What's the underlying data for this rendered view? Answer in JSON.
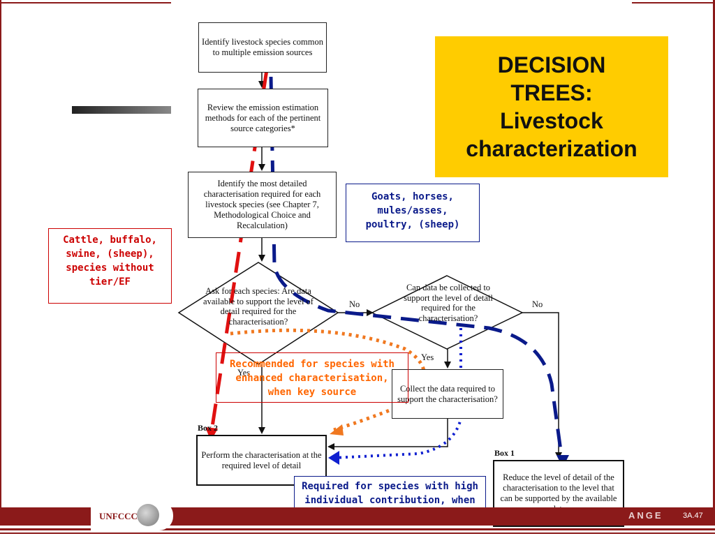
{
  "title": {
    "lines": [
      "DECISION",
      "TREES:",
      "Livestock",
      "characterization"
    ],
    "background": "#ffcc00"
  },
  "flowchart": {
    "box_identify_species": "Identify livestock species common to multiple emission sources",
    "box_review_methods": "Review the emission estimation methods for each of the pertinent source categories*",
    "box_identify_detailed": "Identify the most detailed characterisation required for each livestock species (see Chapter 7, Methodological Choice and Recalculation)",
    "diamond_ask": "Ask for each species: Are data available to support the level of detail required for the characterisation?",
    "diamond_can_collect": "Can data be collected to support the level of detail required for the characterisation?",
    "box_collect": "Collect the data required to support the characterisation?",
    "box_perform": "Perform the characterisation at the required level of detail",
    "box_reduce": "Reduce the level of detail of the characterisation to the level that can be supported by the available data",
    "label_no_1": "No",
    "label_no_2": "No",
    "label_yes_1": "Yes",
    "label_yes_2": "Yes",
    "label_box1": "Box 1",
    "label_box2": "Box 2"
  },
  "callouts": {
    "cattle": "Cattle, buffalo, swine, (sheep), species without tier/EF",
    "goats": "Goats, horses, mules/asses, poultry, (sheep)",
    "recommended": "Recommended for species with enhanced characterisation, when key source",
    "required": "Required for species with high individual contribution, when key source"
  },
  "colors": {
    "red_path": "#e01010",
    "navy_path": "#0a1a8a",
    "orange_path": "#f07820",
    "blue_dotted": "#1020d0",
    "footer": "#8b1a1a",
    "callout_red": "#cc0000",
    "callout_blue": "#0a1a8a",
    "callout_orange": "#ff6600"
  },
  "footer": {
    "logo_text": "UNFCCC",
    "right_text": "ANGE",
    "page_number": "3A.47"
  }
}
